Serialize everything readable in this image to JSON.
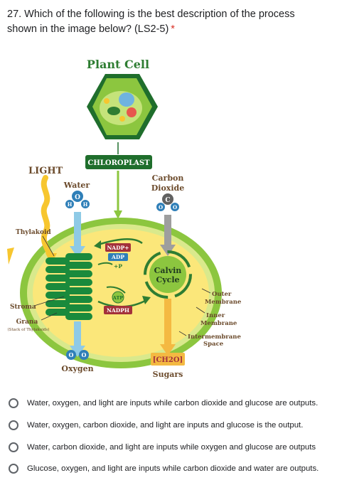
{
  "question": {
    "text": "27. Which of the following is the best description of the process shown in the image below? (LS2-5)",
    "required_marker": "*"
  },
  "figure": {
    "title": "Plant Cell",
    "chloroplast_label": "CHLOROPLAST",
    "light_label": "LIGHT",
    "water_label": "Water",
    "water_atoms": {
      "o": "O",
      "h1": "H",
      "h2": "H"
    },
    "carbon_dioxide_label_1": "Carbon",
    "carbon_dioxide_label_2": "Dioxide",
    "co2_atoms": {
      "c": "C",
      "o1": "O",
      "o2": "O"
    },
    "thylakoid_label": "Thylakoid",
    "stroma_label": "Stroma",
    "grana_label": "Grana",
    "grana_sublabel": "(Stack of Thylakoids)",
    "nadp_label": "NADP+",
    "adp_label": "ADP",
    "pi_label": "+P",
    "atp_label": "ATP",
    "nadph_label": "NADPH",
    "calvin_label_1": "Calvin",
    "calvin_label_2": "Cycle",
    "outer_membrane_1": "Outer",
    "outer_membrane_2": "Membrane",
    "inner_membrane_1": "Inner",
    "inner_membrane_2": "Membrane",
    "intermembrane_1": "Intermembrane",
    "intermembrane_2": "Space",
    "oxygen_label": "Oxygen",
    "oxygen_atoms": {
      "o1": "O",
      "o2": "O"
    },
    "sugar_formula": "[CH2O]",
    "sugars_label": "Sugars",
    "colors": {
      "membrane_green": "#8cc63f",
      "stroma_yellow": "#fbe77a",
      "light_yellow": "#f7c62f",
      "arrow_blue": "#8ecae6",
      "arrow_gray": "#9e9e9e",
      "arrow_orange": "#f4b942",
      "label_brown": "#6b4a2b",
      "atom_blue": "#2f7fb8",
      "nadph_red": "#a3313a"
    }
  },
  "options": [
    {
      "label": "Water, oxygen, and light are inputs while carbon dioxide and glucose are outputs."
    },
    {
      "label": "Water, oxygen, carbon dioxide, and light are inputs and glucose is the output."
    },
    {
      "label": "Water, carbon dioxide, and light are inputs while oxygen and glucose are outputs"
    },
    {
      "label": "Glucose, oxygen, and light are inputs while carbon dioxide and water are outputs."
    }
  ]
}
